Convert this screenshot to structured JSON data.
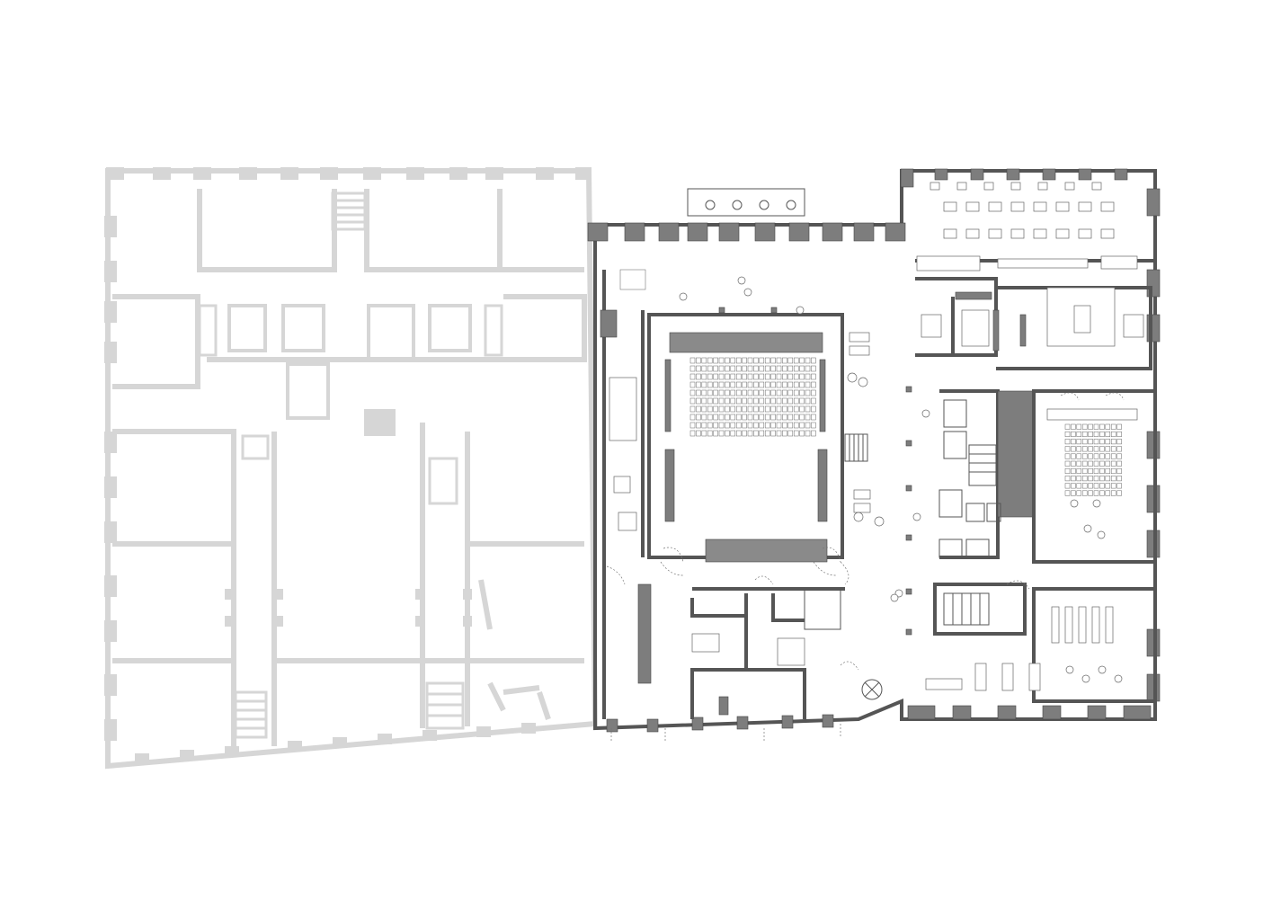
{
  "drawing": {
    "type": "architectural-floor-plan",
    "existing_wing": {
      "style": "greyed-out",
      "color": "#d6d6d6"
    },
    "renovated_wing": {
      "style": "detailed",
      "wall_color": "#7d7d7d",
      "line_color": "#555555"
    },
    "rooms": [
      {
        "id": "main-auditorium",
        "seat_rows": 10,
        "seats_per_row": 22
      },
      {
        "id": "small-auditorium",
        "seat_rows": 10,
        "seats_per_row": 10
      },
      {
        "id": "cafe-restaurant"
      },
      {
        "id": "kitchen"
      },
      {
        "id": "library-reading-room"
      },
      {
        "id": "foyer"
      },
      {
        "id": "west-corridor"
      },
      {
        "id": "central-hall"
      }
    ]
  }
}
